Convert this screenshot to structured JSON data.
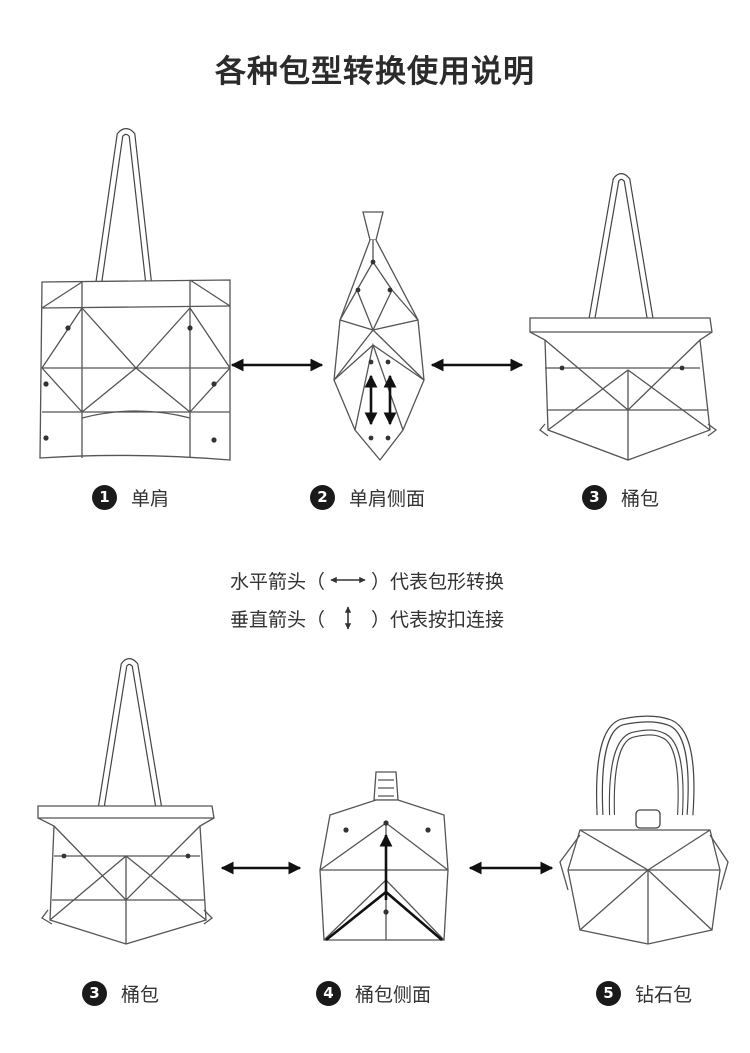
{
  "title": "各种包型转换使用说明",
  "steps": [
    {
      "number": "1",
      "label": "单肩"
    },
    {
      "number": "2",
      "label": "单肩侧面"
    },
    {
      "number": "3",
      "label": "桶包"
    },
    {
      "number": "3",
      "label": "桶包"
    },
    {
      "number": "4",
      "label": "桶包侧面"
    },
    {
      "number": "5",
      "label": "钻石包"
    }
  ],
  "legend": {
    "horizontal": {
      "before": "水平箭头（",
      "after": "）代表包形转换"
    },
    "vertical": {
      "before": "垂直箭头（",
      "after": "）代表按扣连接"
    }
  }
}
